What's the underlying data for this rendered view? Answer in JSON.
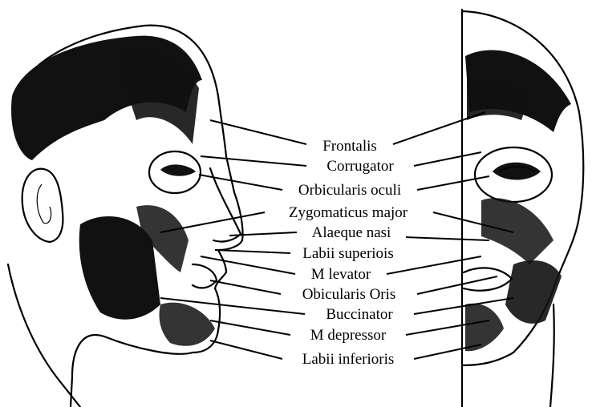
{
  "labels": [
    {
      "id": "frontalis",
      "text": "Frontalis"
    },
    {
      "id": "corrugator",
      "text": "Corrugator"
    },
    {
      "id": "orbicularis-oculi",
      "text": "Orbicularis oculi"
    },
    {
      "id": "zygomaticus-major",
      "text": "Zygomaticus major"
    },
    {
      "id": "alaeque-nasi",
      "text": "Alaeque nasi"
    },
    {
      "id": "labii-superiois",
      "text": "Labii superiois"
    },
    {
      "id": "m-levator",
      "text": "M levator"
    },
    {
      "id": "obicularis-oris",
      "text": "Obicularis Oris"
    },
    {
      "id": "buccinator",
      "text": "Buccinator"
    },
    {
      "id": "m-depressor",
      "text": "M depressor"
    },
    {
      "id": "labii-inferioris",
      "text": "Labii inferioris"
    }
  ],
  "colors": {
    "ink": "#000000",
    "background": "#ffffff"
  }
}
